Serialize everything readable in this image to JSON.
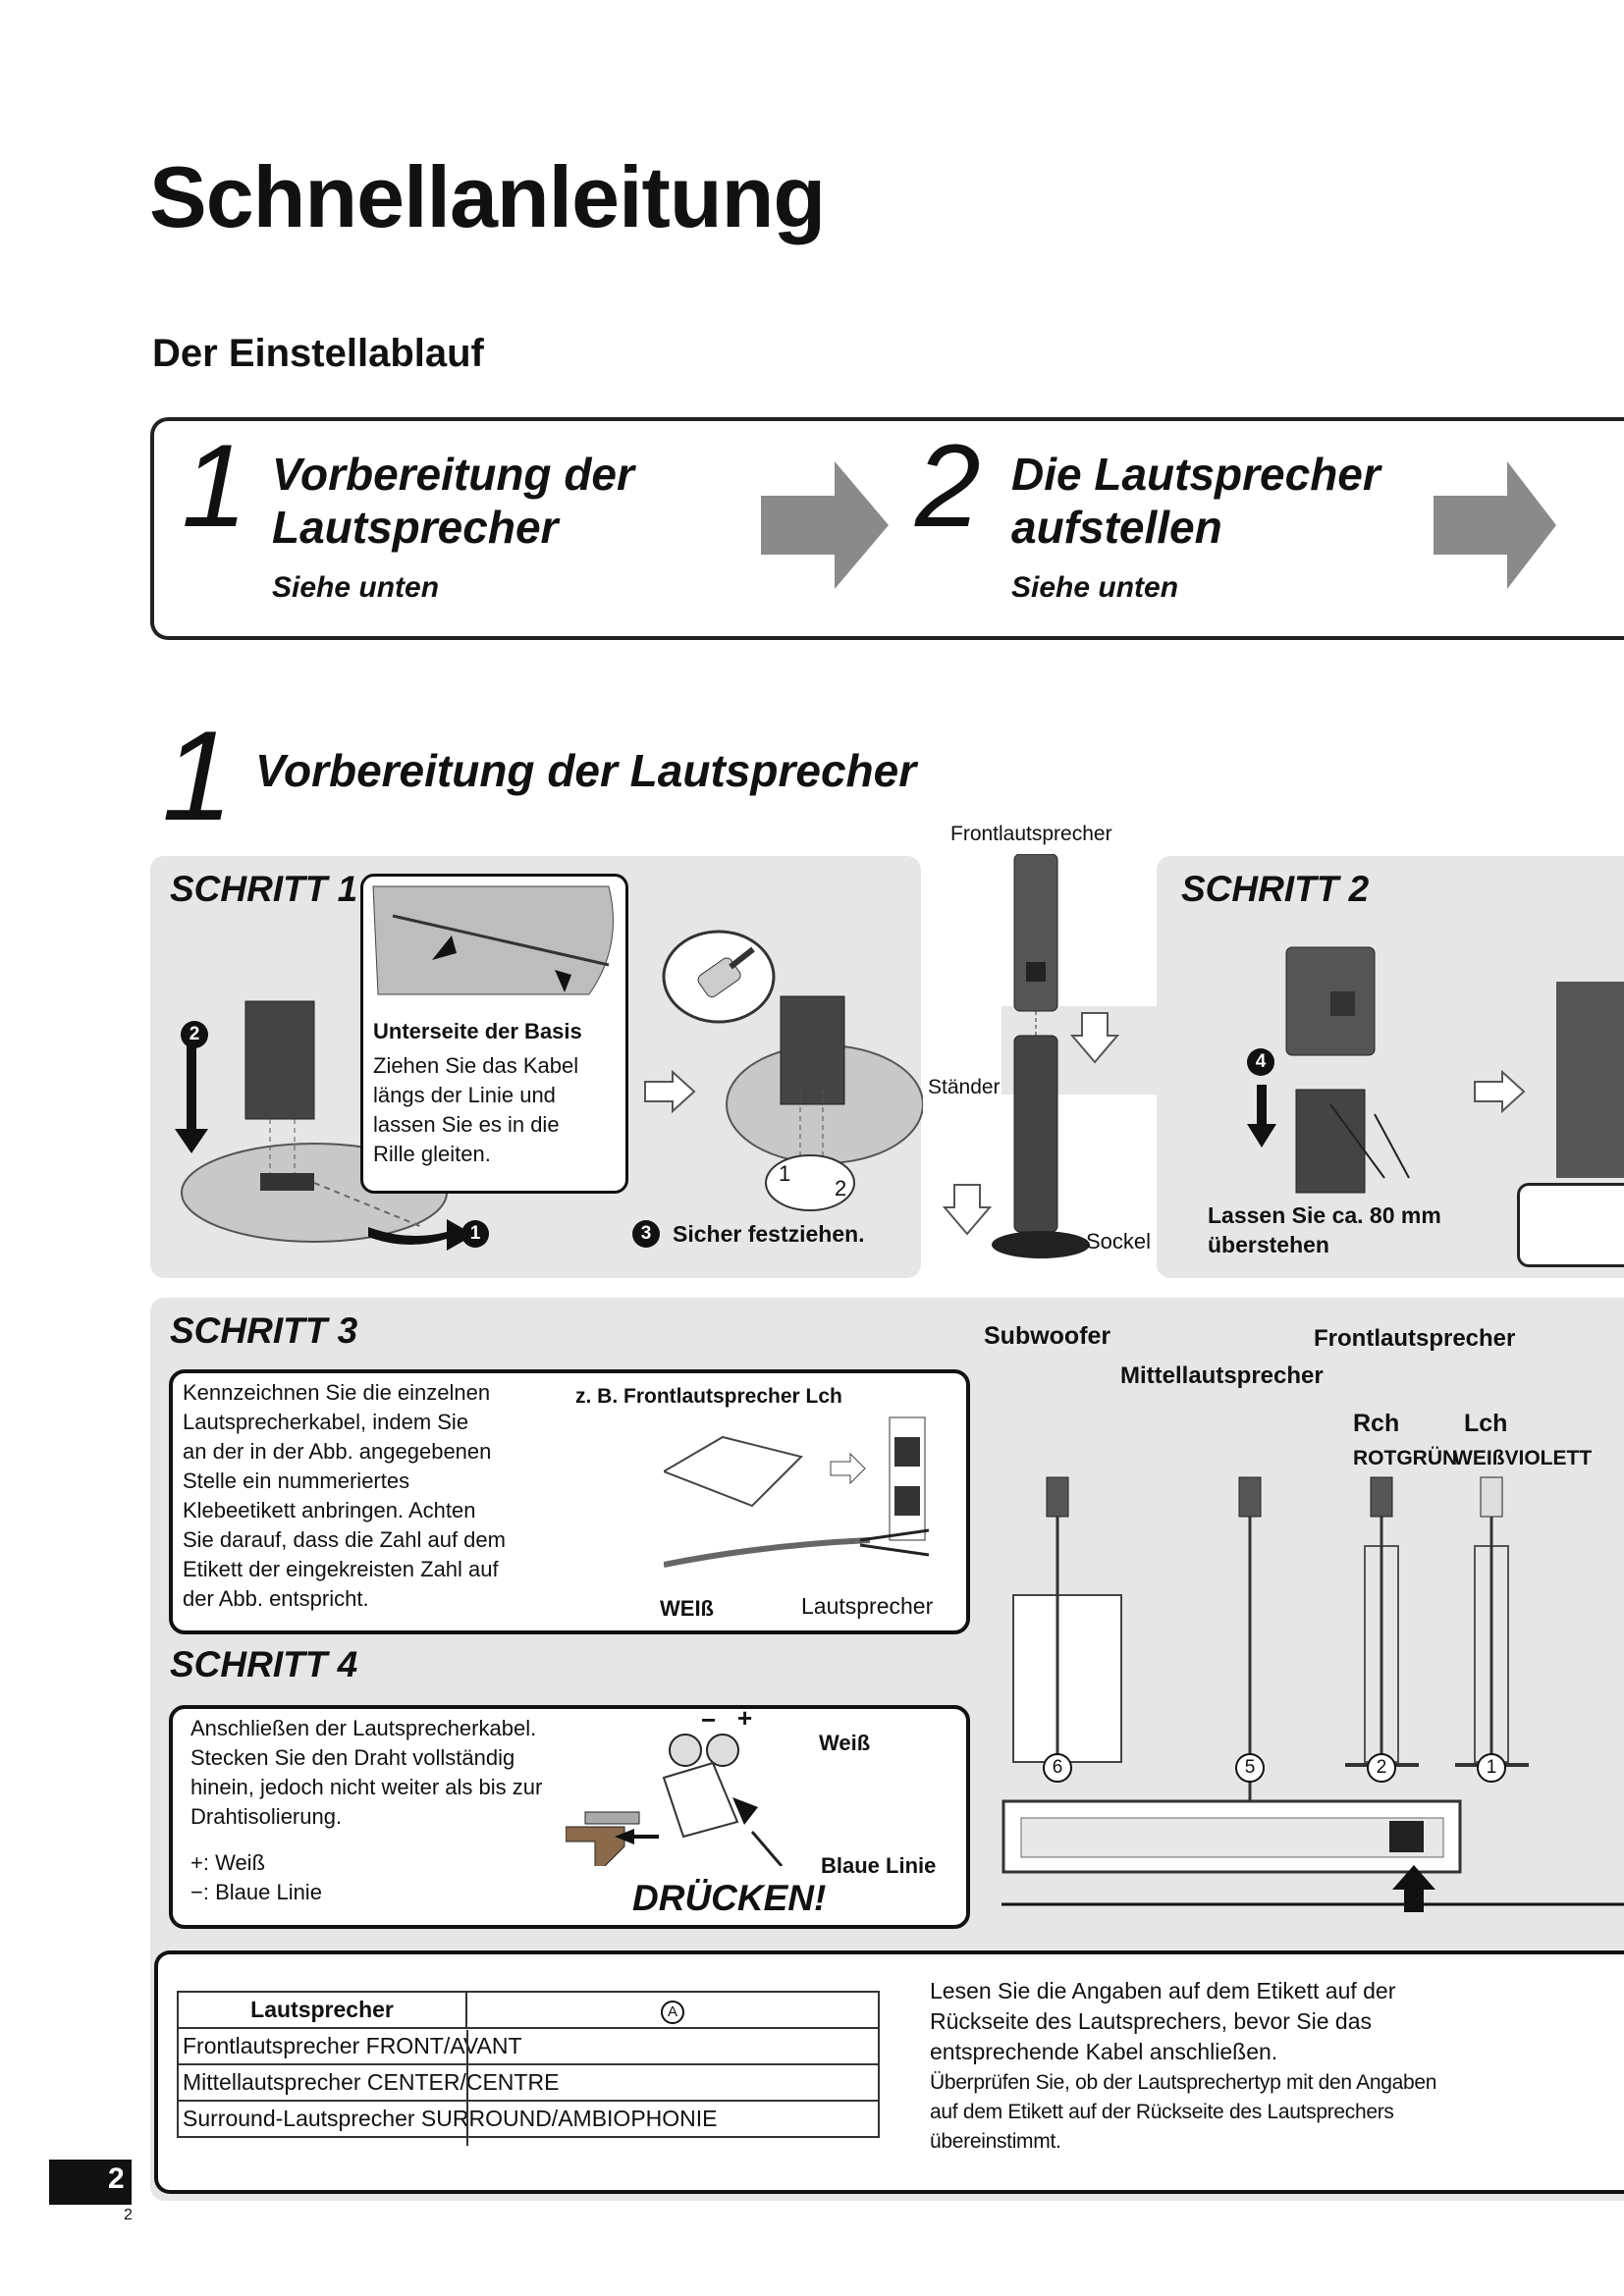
{
  "page": {
    "title": "Schnellanleitung",
    "subtitle": "Der Einstellablauf",
    "page_number": "2",
    "page_number_small": "2"
  },
  "flow": {
    "step1": {
      "num": "1",
      "line1": "Vorbereitung der",
      "line2": "Lautsprecher",
      "sub": "Siehe unten"
    },
    "step2": {
      "num": "2",
      "line1": "Die Lautsprecher",
      "line2": "aufstellen",
      "sub": "Siehe unten"
    }
  },
  "section1": {
    "num": "1",
    "title": "Vorbereitung der Lautsprecher"
  },
  "schritt1": {
    "title": "SCHRITT 1",
    "callout_head": "Unterseite der Basis",
    "callout_text": [
      "Ziehen Sie das Kabel",
      "längs der Linie und",
      "lassen Sie es in die",
      "Rille gleiten."
    ],
    "marker_1": "1",
    "marker_2": "2",
    "marker_3": "3",
    "screw_1": "1",
    "screw_2": "2",
    "tighten": "Sicher festziehen."
  },
  "center_column": {
    "front": "Frontlautsprecher",
    "stand": "Ständer",
    "base": "Sockel"
  },
  "schritt2": {
    "title": "SCHRITT 2",
    "marker_4": "4",
    "note_line1": "Lassen Sie ca. 80 mm",
    "note_line2": "überstehen"
  },
  "schritt3": {
    "title": "SCHRITT 3",
    "text": [
      "Kennzeichnen Sie die einzelnen",
      "Lautsprecherkabel, indem Sie",
      "an der in der Abb. angegebenen",
      "Stelle ein nummeriertes",
      "Klebeetikett anbringen. Achten",
      "Sie darauf, dass die Zahl auf dem",
      "Etikett der eingekreisten Zahl auf",
      "der Abb. entspricht."
    ],
    "example": "z. B. Frontlautsprecher Lch",
    "label_white": "WEIß",
    "label_speaker": "Lautsprecher"
  },
  "schritt4": {
    "title": "SCHRITT 4",
    "text": [
      "Anschließen der Lautsprecherkabel.",
      "Stecken Sie den Draht vollständig",
      "hinein, jedoch nicht weiter als bis zur",
      "Drahtisolierung."
    ],
    "plus": "+:  Weiß",
    "minus": "−:  Blaue  Linie",
    "label_white": "Weiß",
    "label_blue": "Blaue Linie",
    "press": "DRÜCKEN!",
    "minus_sign": "−",
    "plus_sign": "+"
  },
  "diagram": {
    "subwoofer": "Subwoofer",
    "front": "Frontlautsprecher",
    "center": "Mittellautsprecher",
    "rch": "Rch",
    "lch": "Lch",
    "colors_right": "ROTGRÜN",
    "colors_left": "WEIßVIOLETT",
    "n6": "6",
    "n5": "5",
    "n2": "2",
    "n1": "1"
  },
  "bottom": {
    "table_headers": [
      "Lautsprecher",
      "A"
    ],
    "table_rows": [
      "Frontlautsprecher FRONT/AVANT",
      "Mittellautsprecher CENTER/CENTRE",
      "Surround-Lautsprecher SURROUND/AMBIOPHONIE"
    ],
    "note1": [
      "Lesen Sie die Angaben auf dem Etikett auf der",
      "Rückseite des Lautsprechers, bevor Sie das",
      "entsprechende Kabel anschließen."
    ],
    "note2": [
      "Überprüfen Sie, ob der Lautsprechertyp mit den Angaben",
      "auf dem Etikett auf der Rückseite des Lautsprechers",
      "übereinstimmt."
    ]
  }
}
